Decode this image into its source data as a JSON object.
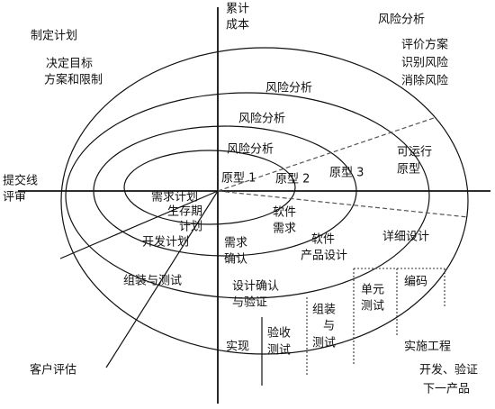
{
  "labels": {
    "plan": "制定计划",
    "decide_1": "决定目标",
    "decide_2": "方案和限制",
    "cumulative_cost_1": "累计",
    "cumulative_cost_2": "成本",
    "risk_top": "风险分析",
    "evaluate_1": "评价方案",
    "evaluate_2": "识别风险",
    "evaluate_3": "消除风险",
    "risk_1": "风险分析",
    "risk_2": "风险分析",
    "risk_3": "风险分析",
    "prototype_1": "原型 1",
    "prototype_2": "原型 2",
    "prototype_3": "原型 3",
    "operational_prototype_1": "可运行",
    "operational_prototype_2": "原型",
    "submit_review_1": "提交线",
    "submit_review_2": "评审",
    "requirements_plan": "需求计划",
    "lifecycle_1": "生存期",
    "lifecycle_2": "计划",
    "development_plan": "开发计划",
    "software_requirements_1": "软件",
    "software_requirements_2": "需求",
    "software_product_design_1": "软件",
    "software_product_design_2": "产品设计",
    "requirements_confirm_1": "需求",
    "requirements_confirm_2": "确认",
    "detailed_design": "详细设计",
    "integration_test": "组装与测试",
    "design_confirm_1": "设计确认",
    "design_confirm_2": "与验证",
    "unit_test_1": "单元",
    "unit_test_2": "测试",
    "coding": "编码",
    "integration_1": "组装",
    "integration_2": "与",
    "integration_3": "测试",
    "acceptance_1": "验收",
    "acceptance_2": "测试",
    "implementation": "实现",
    "implementation_engineering": "实施工程",
    "develop_verify_1": "开发、验证",
    "develop_verify_2": "下一产品",
    "customer_evaluation": "客户评估"
  }
}
